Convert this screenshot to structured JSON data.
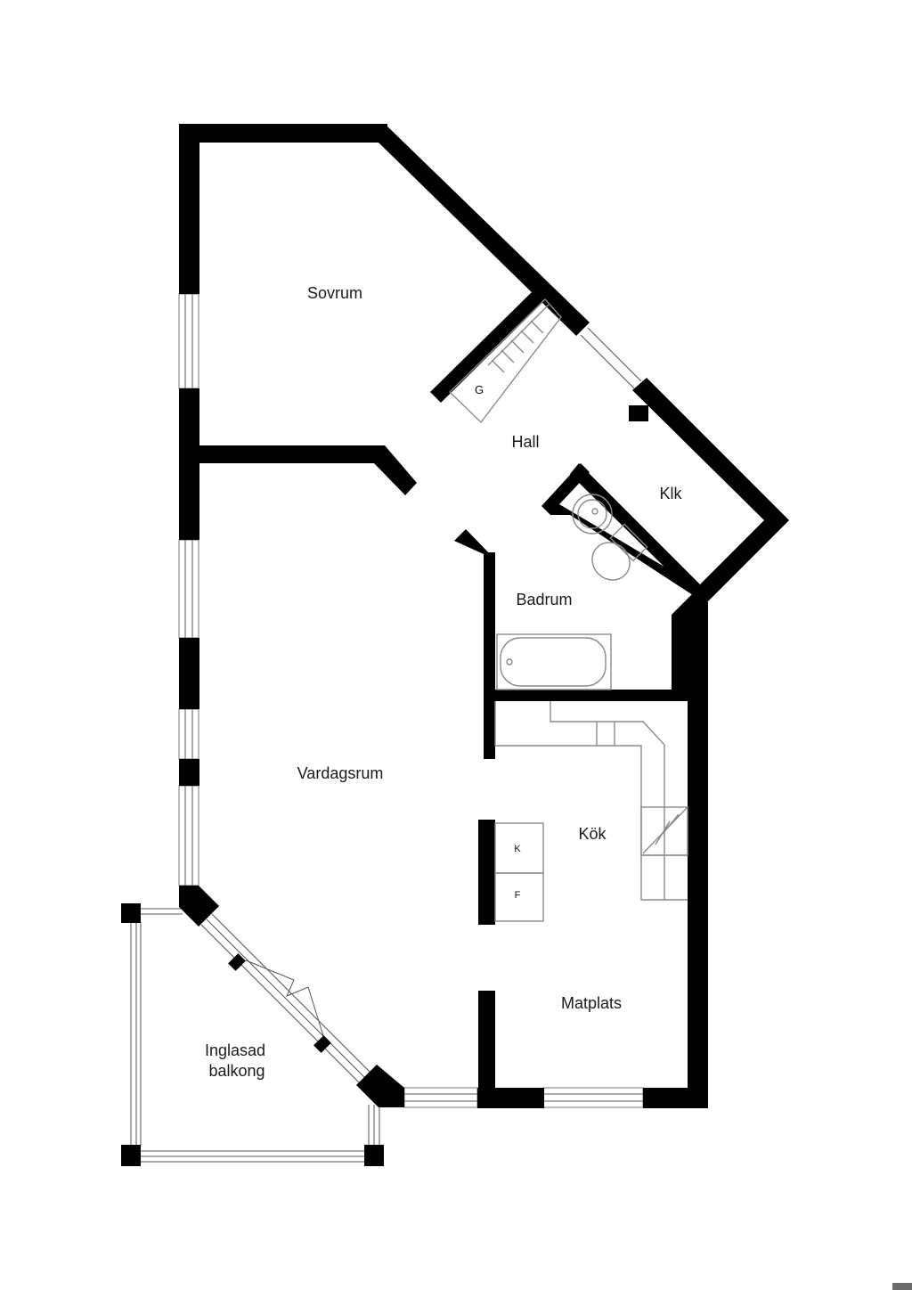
{
  "rooms": {
    "sovrum": "Sovrum",
    "hall": "Hall",
    "klk": "Klk",
    "badrum": "Badrum",
    "vardagsrum": "Vardagsrum",
    "kok": "Kök",
    "matplats": "Matplats",
    "balkong_line1": "Inglasad",
    "balkong_line2": "balkong"
  },
  "fixtures": {
    "garderob": "G",
    "kyl": "K",
    "frys": "F"
  },
  "colors": {
    "wall": "#000000",
    "background": "#ffffff",
    "fixture_line": "#8a8a8a"
  }
}
